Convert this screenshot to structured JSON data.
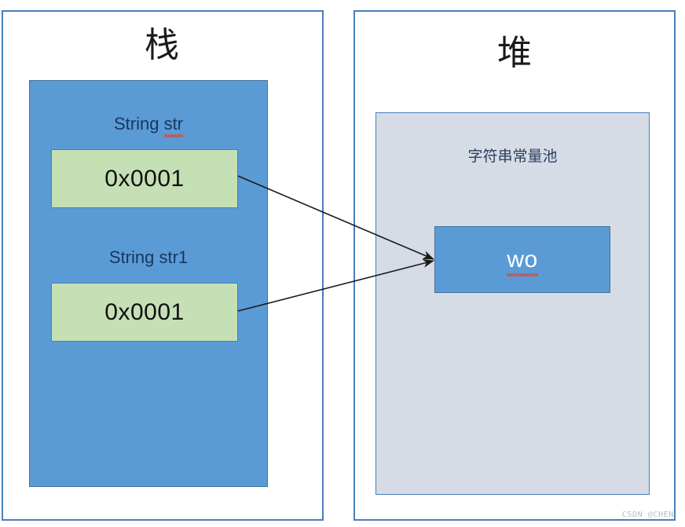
{
  "diagram": {
    "title_not_shown": null,
    "stack_panel": {
      "heading": "栈",
      "variables": [
        {
          "label_prefix": "String ",
          "label_name": "str",
          "label_full": "String str",
          "misspelled_part": "str",
          "address_value": "0x0001"
        },
        {
          "label_prefix": "String ",
          "label_name": "str1",
          "label_full": "String str1",
          "misspelled_part": "",
          "address_value": "0x0001"
        }
      ]
    },
    "heap_panel": {
      "heading": "堆",
      "pool": {
        "title": "字符串常量池",
        "entries": [
          {
            "value": "wo",
            "misspelled": true
          }
        ]
      }
    },
    "arrows": [
      {
        "from": "addr-str",
        "to": "value-box",
        "style": "solid-line-arrow"
      },
      {
        "from": "addr-str1",
        "to": "value-box",
        "style": "solid-line-arrow"
      }
    ]
  },
  "watermark": {
    "text": "CSDN @CHEN"
  },
  "colors": {
    "panel_border": "#4A7EBB",
    "stack_block_fill": "#5B9BD5",
    "address_cell_fill": "#C5E0B4",
    "pool_fill": "#D6DCE5",
    "value_box_fill": "#5B9BD5",
    "label_text": "#17375E",
    "value_text": "#FFFFFF",
    "spellcheck_squiggle": "#E8402A",
    "arrow": "#1A1A1A",
    "watermark_text": "#B8BCC2"
  }
}
